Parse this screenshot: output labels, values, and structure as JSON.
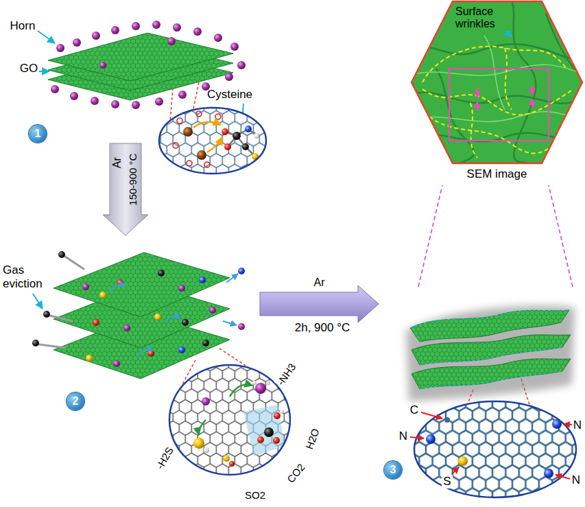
{
  "diagram": {
    "nodes": [
      {
        "text": [
          "1"
        ]
      },
      {
        "text": [
          "2"
        ]
      },
      {
        "text": [
          "3"
        ]
      },
      {
        "text": [
          "Surface wrinkles",
          "SEM image"
        ]
      }
    ],
    "edges": [
      {
        "from": 0,
        "to": 1,
        "arrow": "to",
        "label": "Ar"
      },
      {
        "from": 1,
        "to": 2,
        "arrow": "to",
        "label": "Ar"
      },
      {
        "from": 2,
        "to": 3,
        "arrow": "none"
      }
    ],
    "labels": [
      "Horn",
      "GO",
      "Cysteine",
      "150-900 °C",
      "Gas eviction",
      "-NH3",
      "-H2S",
      "SO2",
      "CO2",
      "H2O",
      "2h, 900 °C",
      "C",
      "N",
      "N",
      "N",
      "S"
    ]
  }
}
